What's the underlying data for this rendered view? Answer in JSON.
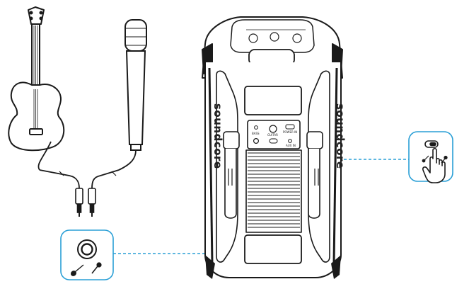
{
  "speaker": {
    "brand_left": "soundcore",
    "brand_right": "soundcore",
    "panel_labels": [
      "BASS",
      "GUITAR",
      "POWER IN",
      "AUX IN"
    ]
  },
  "colors": {
    "line": "#1a1a1a",
    "callout_border": "#2a9fd6",
    "dashed_connector": "#2a9fd6",
    "background": "#ffffff"
  },
  "icons": [
    "guitar-icon",
    "microphone-icon",
    "audio-jack-icon",
    "finger-press-switch-icon",
    "speaker-icon"
  ]
}
